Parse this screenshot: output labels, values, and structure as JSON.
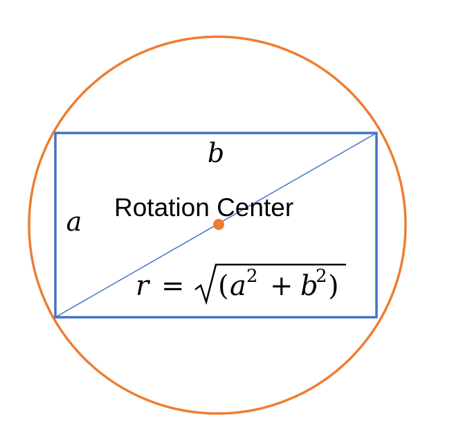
{
  "labels": {
    "side_a": "a",
    "side_b": "b",
    "center": "Rotation Center"
  },
  "formula": {
    "lhs": "r",
    "equals": "=",
    "open_paren": "(",
    "a": "a",
    "a_exp": "2",
    "plus": "+",
    "b": "b",
    "b_exp": "2",
    "close_paren": ")"
  },
  "colors": {
    "circle": "#ED7D31",
    "rectangle": "#4472C4",
    "diagonal": "#4472C4",
    "center_dot": "#ED7D31",
    "text": "#000000"
  }
}
